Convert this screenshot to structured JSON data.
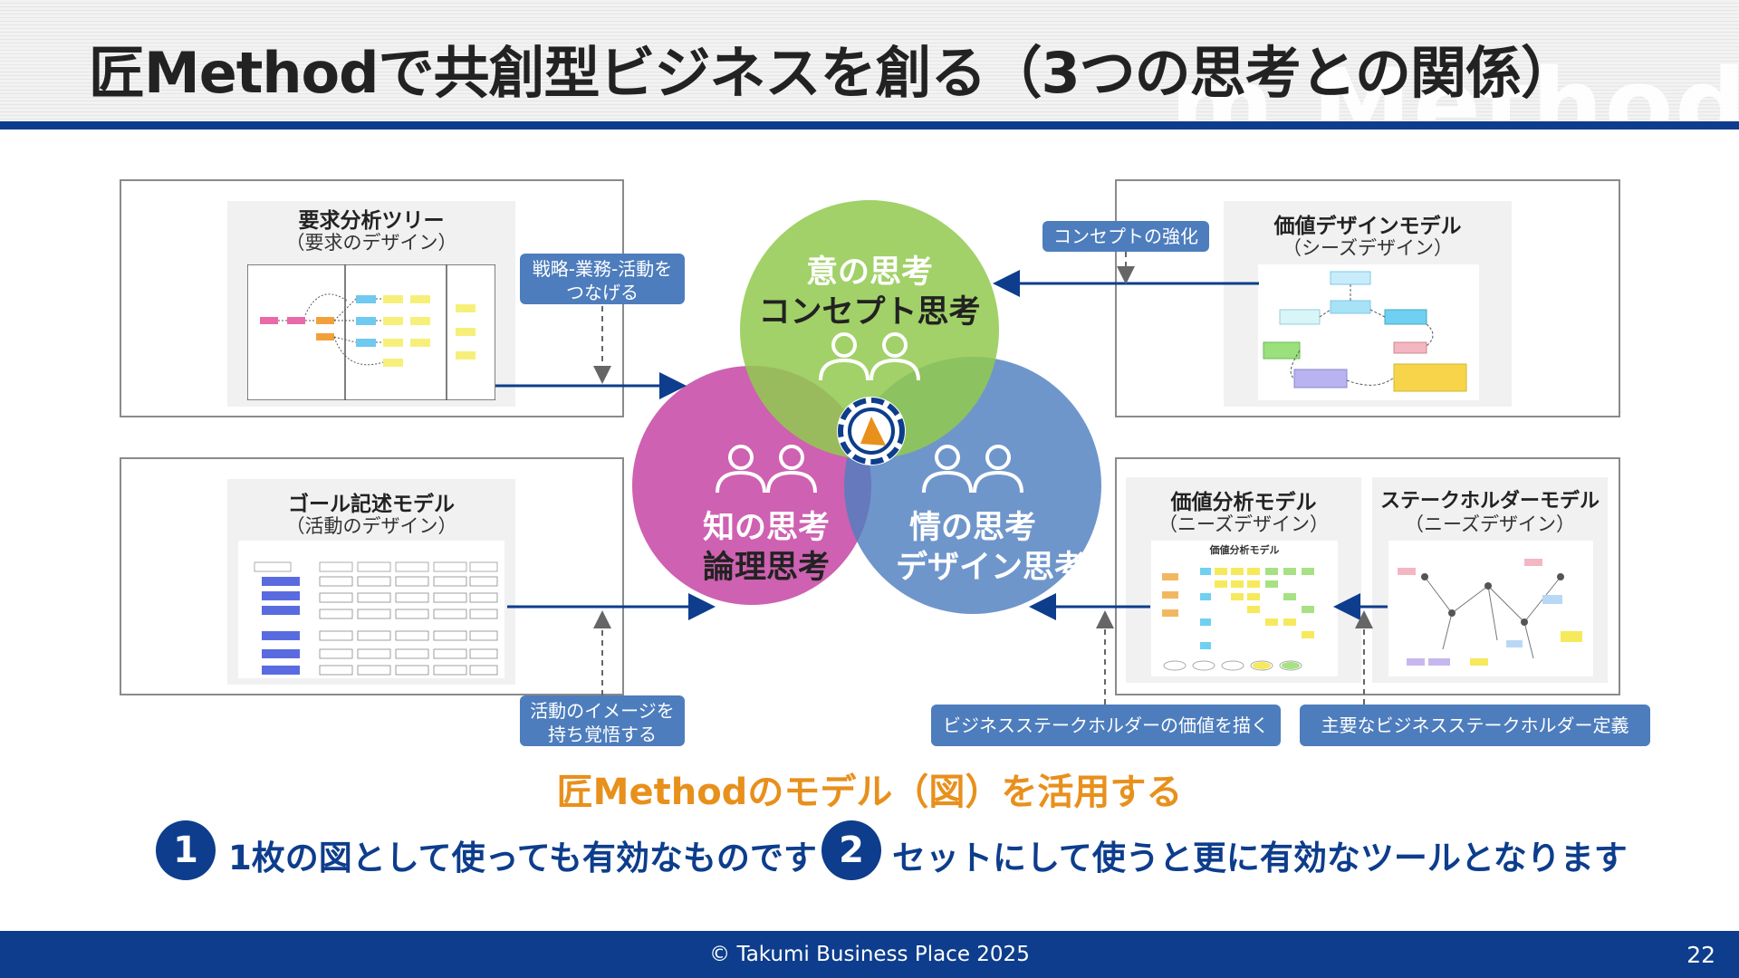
{
  "header": {
    "title": "匠Methodで共創型ビジネスを創る（3つの思考との関係）",
    "watermark": "m Method"
  },
  "panels": {
    "requirements": {
      "title": "要求分析ツリー",
      "subtitle": "（要求のデザイン）"
    },
    "value_design": {
      "title": "価値デザインモデル",
      "subtitle": "（シーズデザイン）"
    },
    "goal": {
      "title": "ゴール記述モデル",
      "subtitle": "（活動のデザイン）"
    },
    "value_analysis": {
      "title": "価値分析モデル",
      "subtitle": "（ニーズデザイン）"
    },
    "stakeholder": {
      "title": "ステークホルダーモデル",
      "subtitle": "（ニーズデザイン）"
    }
  },
  "thumbnails": {
    "value_analysis_label": "価値分析モデル"
  },
  "callouts": {
    "connect": {
      "line1": "戦略-業務-活動を",
      "line2": "つなげる"
    },
    "concept": {
      "line1": "コンセプトの強化"
    },
    "image": {
      "line1": "活動のイメージを",
      "line2": "持ち覚悟する"
    },
    "value": {
      "line1": "ビジネスステークホルダーの価値を描く"
    },
    "define": {
      "line1": "主要なビジネスステークホルダー定義"
    }
  },
  "venn": {
    "top": {
      "line1": "意の思考",
      "line2": "コンセプト思考",
      "color": "#92c94f"
    },
    "left": {
      "line1": "知の思考",
      "line2": "論理思考",
      "color": "#c950a8"
    },
    "right": {
      "line1": "情の思考",
      "line2": "デザイン思考",
      "color": "#4f7fbf"
    }
  },
  "bottom": {
    "subtitle": "匠Methodのモデル（図）を活用する",
    "point1": {
      "number": "1",
      "text": "1枚の図として使っても有効なものです"
    },
    "point2": {
      "number": "2",
      "text": "セットにして使うと更に有効なツールとなります"
    }
  },
  "footer": {
    "copyright": "© Takumi Business Place 2025",
    "page": "22"
  },
  "colors": {
    "brand_blue": "#0d3d8c",
    "callout_blue": "#4d7dbd",
    "accent_orange": "#e8901c"
  }
}
